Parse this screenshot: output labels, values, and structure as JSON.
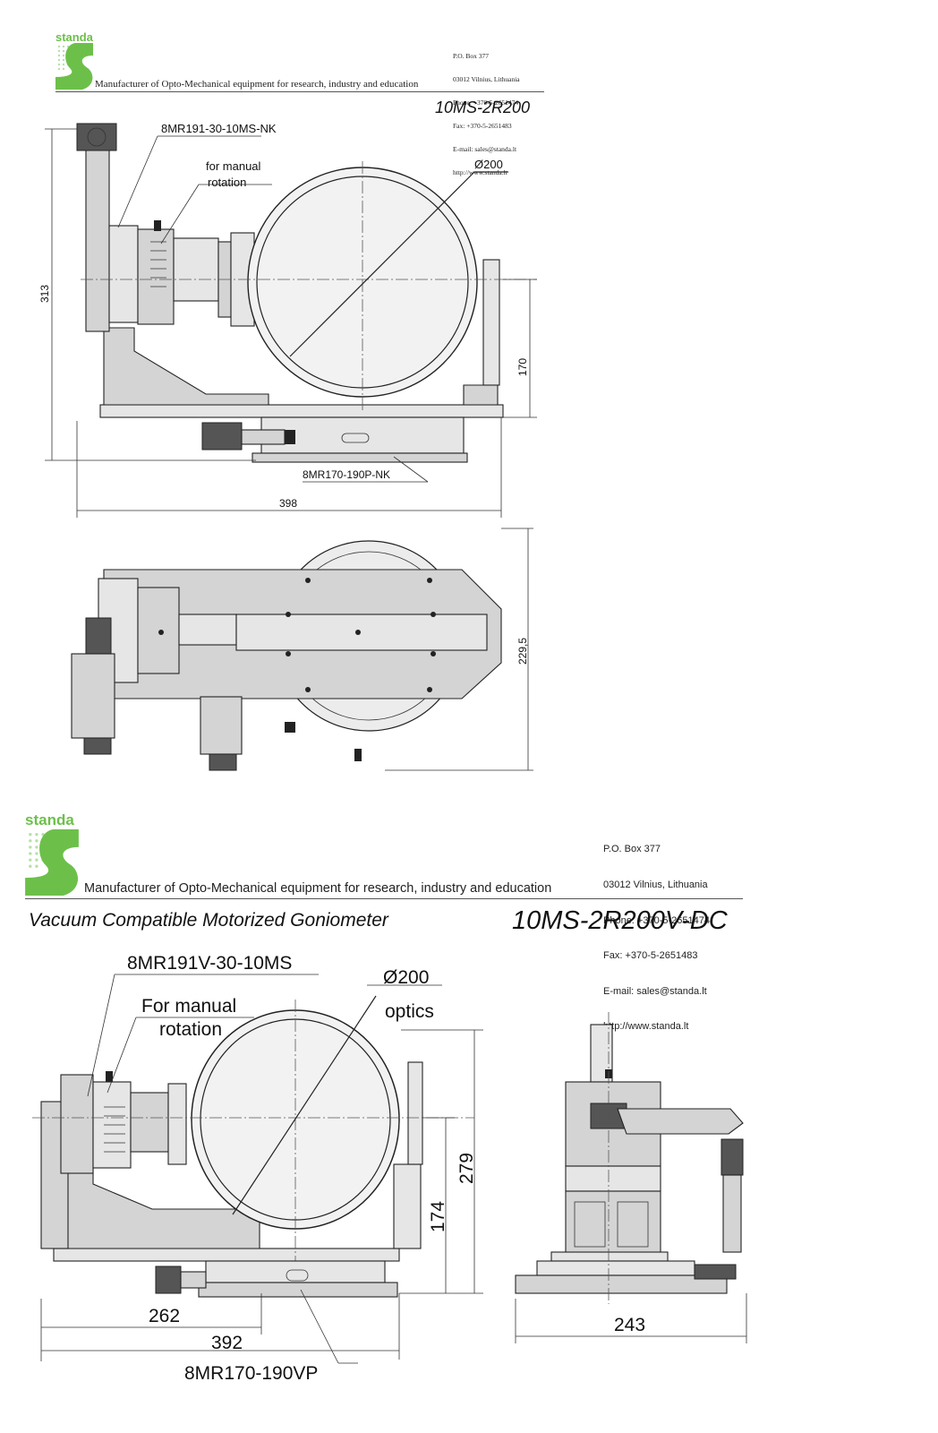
{
  "sheet1": {
    "logo": "standa",
    "tagline": "Manufacturer of Opto-Mechanical equipment for research, industry and education",
    "address": [
      "P.O. Box 377",
      "03012 Vilnius, Lithuania",
      "Phone: +370-5-2651474",
      "Fax: +370-5-2651483",
      "E-mail: sales@standa.lt",
      "http://www.standa.lt"
    ],
    "model": "10MS-2R200",
    "labels": {
      "rotator": "8MR191-30-10MS-NK",
      "manual_line1": "for manual",
      "manual_line2": "rotation",
      "diameter": "Ø200",
      "stage": "8MR170-190P-NK"
    },
    "dims": {
      "height": "313",
      "axis_height": "170",
      "width": "398",
      "top_width": "229,5"
    }
  },
  "sheet2": {
    "logo": "standa",
    "tagline": "Manufacturer of Opto-Mechanical equipment for research, industry and education",
    "address": [
      "P.O. Box 377",
      "03012 Vilnius, Lithuania",
      "Phone: +370-5-2651474",
      "Fax: +370-5-2651483",
      "E-mail: sales@standa.lt",
      "http://www.standa.lt"
    ],
    "title": "Vacuum Compatible Motorized Goniometer",
    "model": "10MS-2R200V-DC",
    "labels": {
      "rotator": "8MR191V-30-10MS",
      "manual_line1": "For manual",
      "manual_line2": "rotation",
      "diameter": "Ø200",
      "optics": "optics",
      "stage": "8MR170-190VP"
    },
    "dims": {
      "height": "279",
      "axis_height": "174",
      "offset": "262",
      "width": "392",
      "side_width": "243"
    }
  }
}
